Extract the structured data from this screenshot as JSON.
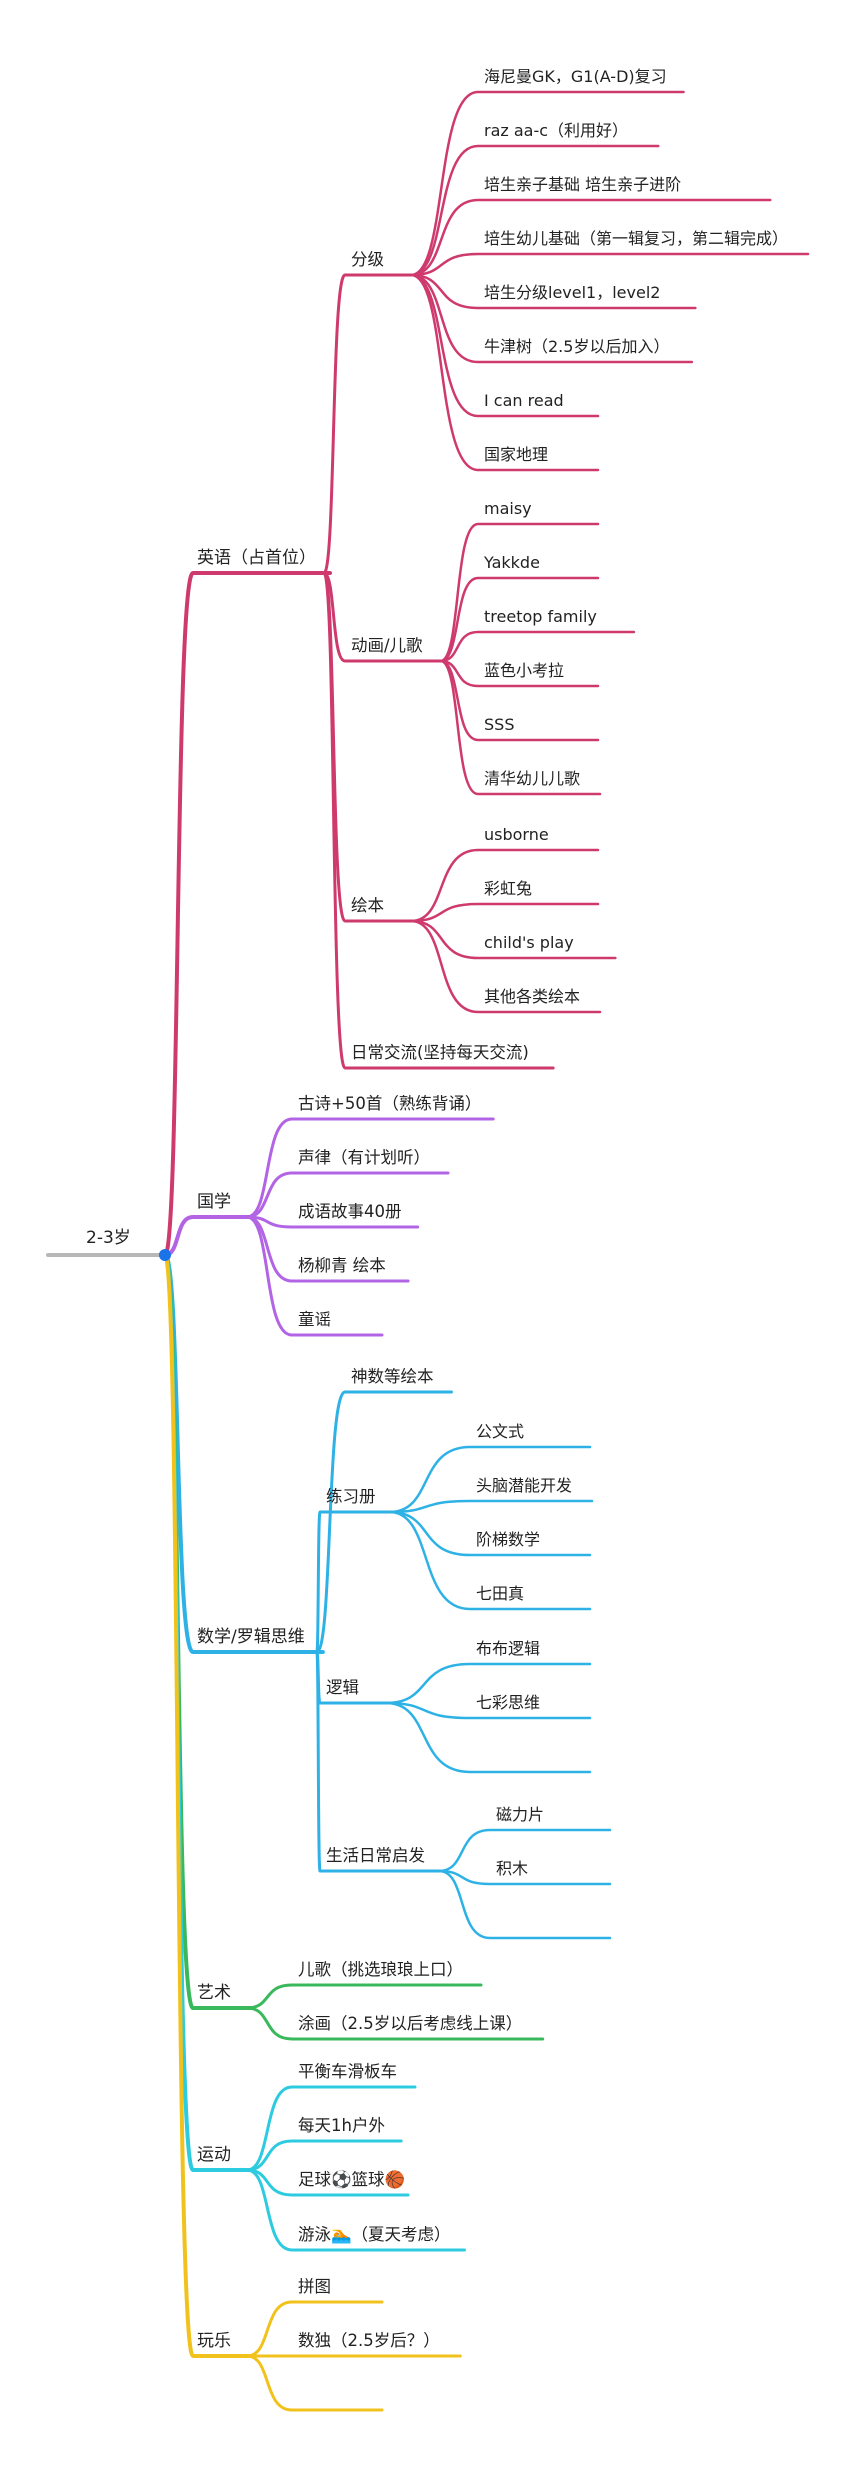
{
  "root": {
    "label": "2-3岁",
    "color": "#b8b8b8",
    "dot_color": "#1a73e8"
  },
  "branches": [
    {
      "id": "english",
      "label": "英语（占首位）",
      "color": "#cf3a6e",
      "children": [
        {
          "label": "分级",
          "children": [
            "海尼曼GK，G1(A-D)复习",
            "raz aa-c（利用好）",
            "培生亲子基础        培生亲子进阶",
            "培生幼儿基础（第一辑复习，第二辑完成）",
            "培生分级level1，level2",
            "牛津树（2.5岁以后加入）",
            "I can read",
            "国家地理"
          ]
        },
        {
          "label": "动画/儿歌",
          "children": [
            "maisy",
            "Yakkde",
            "treetop family",
            "蓝色小考拉",
            "SSS",
            "清华幼儿儿歌"
          ]
        },
        {
          "label": "绘本",
          "children": [
            "usborne",
            "彩虹兔",
            "child's play",
            "其他各类绘本"
          ]
        },
        {
          "label": "日常交流(坚持每天交流)",
          "children": []
        }
      ]
    },
    {
      "id": "guoxue",
      "label": "国学",
      "color": "#b264e4",
      "children": [
        {
          "label": "古诗+50首（熟练背诵）",
          "children": []
        },
        {
          "label": "声律（有计划听）",
          "children": []
        },
        {
          "label": "成语故事40册",
          "children": []
        },
        {
          "label": "杨柳青 绘本",
          "children": []
        },
        {
          "label": "童谣",
          "children": []
        }
      ]
    },
    {
      "id": "math",
      "label": "数学/罗辑思维",
      "color": "#2eb2e6",
      "children": [
        {
          "label": "神数等绘本",
          "children": []
        },
        {
          "label": "练习册",
          "children": [
            "公文式",
            "头脑潜能开发",
            "阶梯数学",
            "七田真"
          ]
        },
        {
          "label": "逻辑",
          "children": [
            "布布逻辑",
            "七彩思维",
            ""
          ]
        },
        {
          "label": "生活日常启发",
          "children": [
            "磁力片",
            "积木",
            ""
          ]
        }
      ]
    },
    {
      "id": "art",
      "label": "艺术",
      "color": "#3ab85c",
      "children": [
        {
          "label": "儿歌（挑选琅琅上口）",
          "children": []
        },
        {
          "label": "涂画（2.5岁以后考虑线上课）",
          "children": []
        }
      ]
    },
    {
      "id": "sport",
      "label": "运动",
      "color": "#2ccbe0",
      "children": [
        {
          "label": "平衡车滑板车",
          "children": []
        },
        {
          "label": "每天1h户外",
          "children": []
        },
        {
          "label": "足球⚽篮球🏀",
          "children": []
        },
        {
          "label": "游泳🏊（夏天考虑）",
          "children": []
        }
      ]
    },
    {
      "id": "play",
      "label": "玩乐",
      "color": "#f2c21c",
      "children": [
        {
          "label": "拼图",
          "children": []
        },
        {
          "label": "数独（2.5岁后？）",
          "children": []
        },
        {
          "label": "",
          "children": []
        }
      ]
    }
  ]
}
